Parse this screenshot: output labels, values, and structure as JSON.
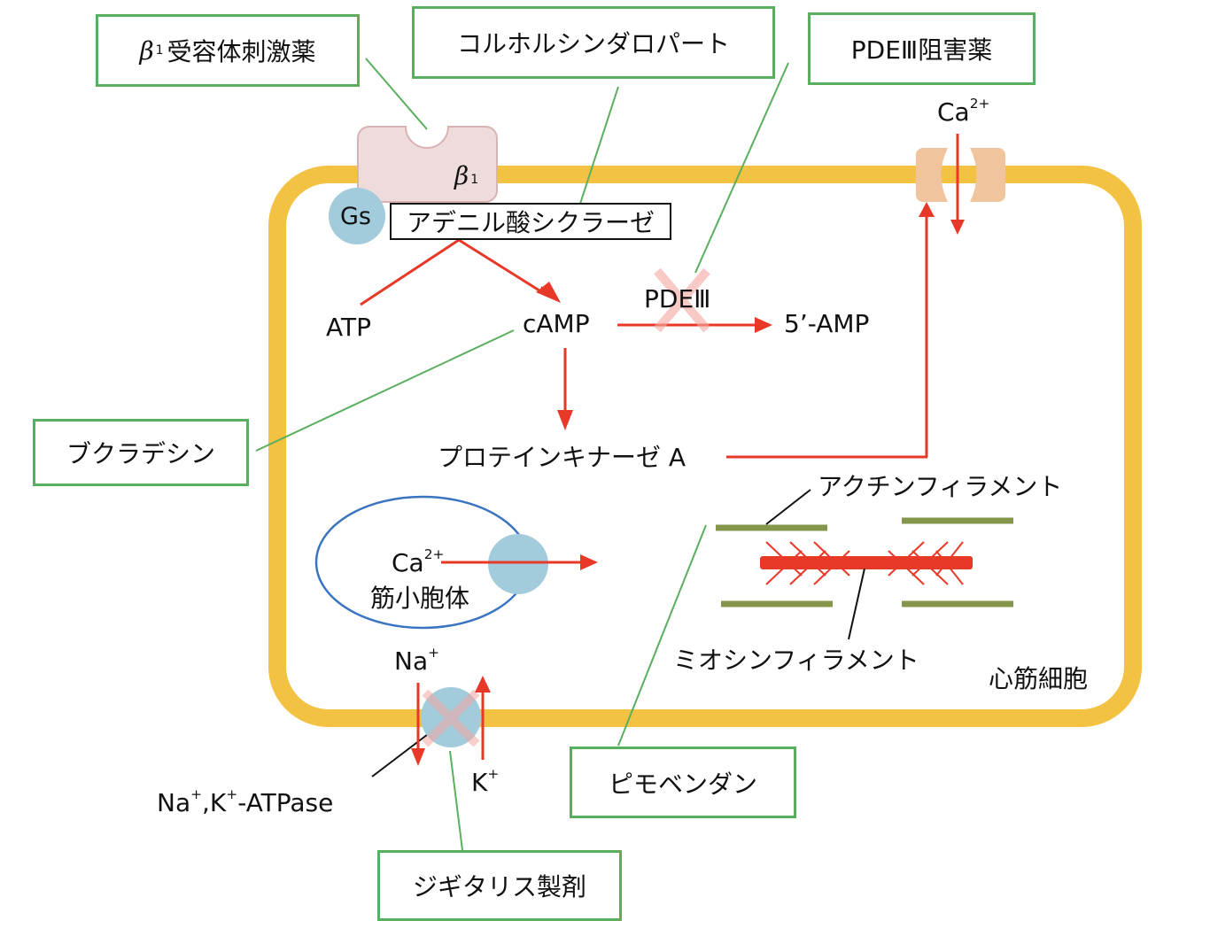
{
  "diagram": {
    "title_cell": "心筋細胞",
    "colors": {
      "membrane": "#f4c243",
      "receptor_fill": "#eedcdc",
      "receptor_stroke": "#d9b3b3",
      "gs_circle": "#a2cbdb",
      "channel": "#f0c49c",
      "arrow_red": "#e83828",
      "inhibit_x": "#f4a6a0",
      "drug_box_border": "#5aaf5f",
      "actin": "#84964c",
      "myosin": "#e83828",
      "sr_outline": "#3a74c0",
      "leader_green": "#5aaf5f",
      "leader_black": "#111111"
    },
    "drug_boxes": {
      "beta1_agonist": {
        "symbol": "β",
        "sub": "1",
        "text": "受容体刺激薬"
      },
      "colforsin": "コルホルシンダロパート",
      "pde3_inhibitor": "PDEⅢ阻害薬",
      "bucladesine": "ブクラデシン",
      "pimobendan": "ピモベンダン",
      "digitalis": "ジギタリス製剤"
    },
    "receptor": {
      "symbol": "β",
      "sub": "1"
    },
    "gs": "Gs",
    "adenylate_cyclase": "アデニル酸シクラーゼ",
    "atp": "ATP",
    "camp": "cAMP",
    "pde3": "PDEⅢ",
    "amp5": "5’-AMP",
    "pka": "プロテインキナーゼ A",
    "ca_channel_ion": {
      "base": "Ca",
      "charge": "2+"
    },
    "sr": {
      "ion_base": "Ca",
      "ion_charge": "2+",
      "label": "筋小胞体"
    },
    "actin_label": "アクチンフィラメント",
    "myosin_label": "ミオシンフィラメント",
    "na_ion": {
      "base": "Na",
      "charge": "+"
    },
    "k_ion": {
      "base": "K",
      "charge": "+"
    },
    "pump_label": {
      "na": "Na",
      "na_charge": "+",
      "sep": ",",
      "k": "K",
      "k_charge": "+",
      "rest": "-ATPase"
    }
  }
}
